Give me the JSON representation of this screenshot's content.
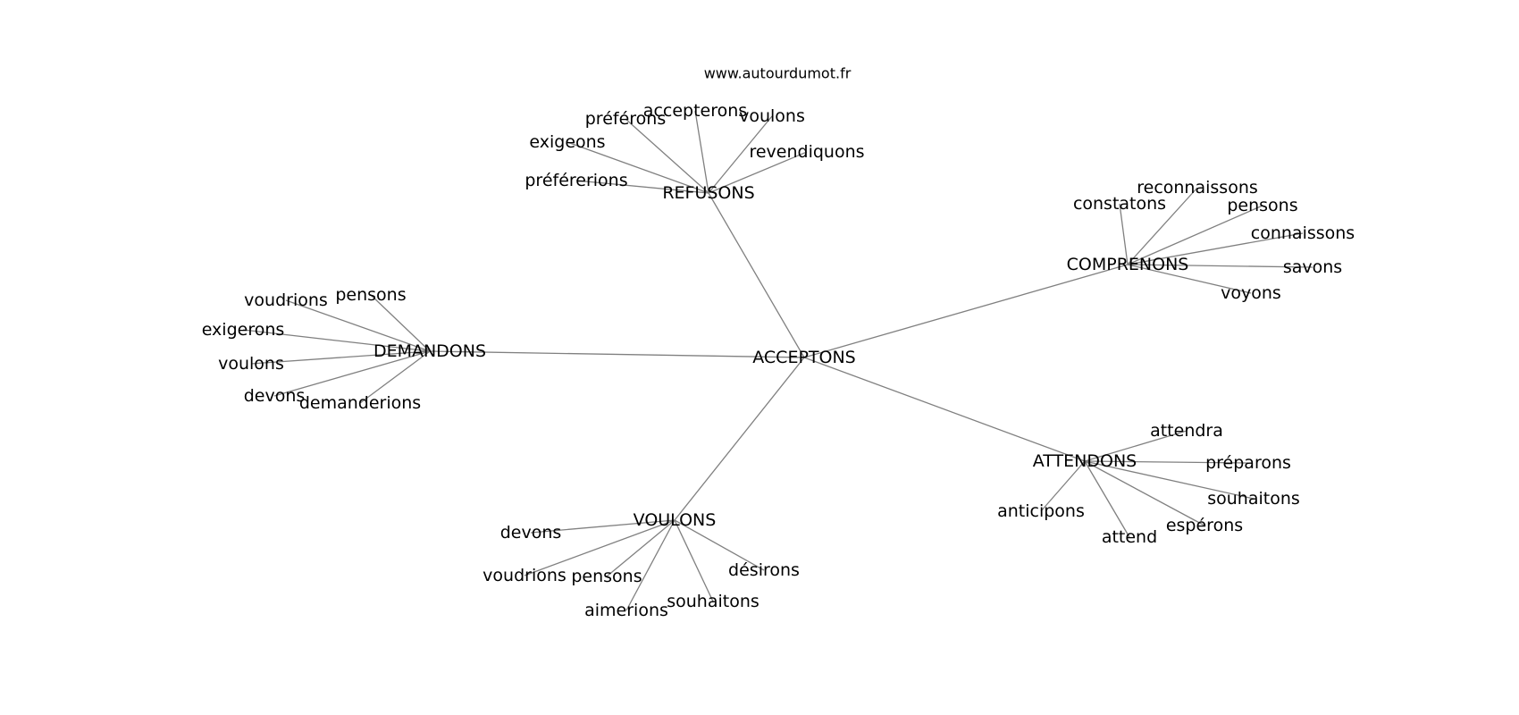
{
  "credit": "www.autourdumot.fr",
  "graph": {
    "center": "ACCEPTONS",
    "clusters": [
      {
        "word": "REFUSONS",
        "leaves": [
          "préférons",
          "accepterons",
          "voulons",
          "exigeons",
          "revendiquons",
          "préférerions"
        ]
      },
      {
        "word": "COMPRENONS",
        "leaves": [
          "reconnaissons",
          "constatons",
          "pensons",
          "connaissons",
          "savons",
          "voyons"
        ]
      },
      {
        "word": "DEMANDONS",
        "leaves": [
          "voudrions",
          "pensons",
          "exigerons",
          "voulons",
          "devons",
          "demanderions"
        ]
      },
      {
        "word": "ATTENDONS",
        "leaves": [
          "attendra",
          "préparons",
          "souhaitons",
          "espérons",
          "attend",
          "anticipons"
        ]
      },
      {
        "word": "VOULONS",
        "leaves": [
          "devons",
          "voudrions",
          "pensons",
          "désirons",
          "souhaitons",
          "aimerions"
        ]
      }
    ]
  }
}
